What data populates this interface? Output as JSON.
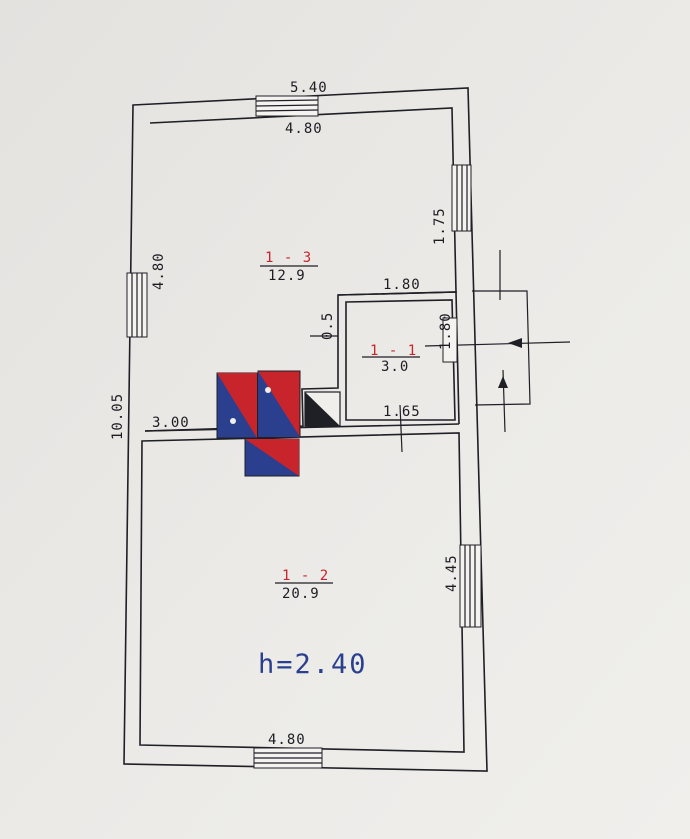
{
  "dimensions": {
    "top_outer": "5.40",
    "top_inner": "4.80",
    "right_upper": "1.75",
    "left_upper": "4.80",
    "left_outer": "10.05",
    "partition": "3.00",
    "vestibule_top": "1.80",
    "vestibule_left": "0.5",
    "vestibule_right": "1.80",
    "vestibule_bottom": "1.65",
    "right_lower": "4.45",
    "bottom": "4.80"
  },
  "rooms": [
    {
      "number": "1 - 3",
      "area": "12.9"
    },
    {
      "number": "1 - 1",
      "area": "3.0"
    },
    {
      "number": "1 - 2",
      "area": "20.9"
    }
  ],
  "height_note": "h=2.40",
  "colors": {
    "ink": "#1f1f26",
    "red": "#c8242b",
    "blue": "#2b3f8f"
  }
}
